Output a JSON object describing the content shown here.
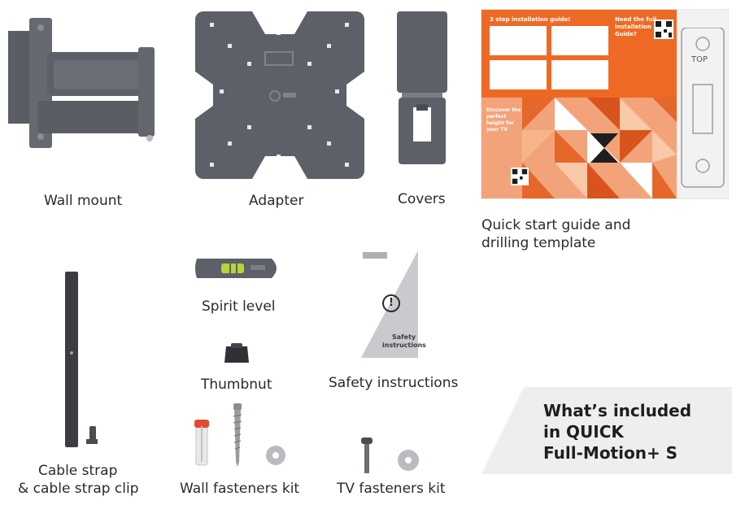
{
  "items": {
    "wall_mount": {
      "label": "Wall mount"
    },
    "adapter": {
      "label": "Adapter"
    },
    "covers": {
      "label": "Covers"
    },
    "quick_start": {
      "label_line1": "Quick start guide and",
      "label_line2": "drilling template",
      "guide_heading": "3 step installation guide!",
      "guide_side": "Need the full installation Guide?",
      "guide_top_marker": "TOP",
      "guide_mid": "Discover the perfect height for your TV"
    },
    "cable_strap": {
      "label_line1": "Cable strap",
      "label_line2": "& cable strap clip"
    },
    "spirit_level": {
      "label": "Spirit level"
    },
    "thumbnut": {
      "label": "Thumbnut"
    },
    "safety": {
      "label": "Safety instructions",
      "card_text_line1": "Safety",
      "card_text_line2": "instructions",
      "card_mark": "!"
    },
    "wall_fasteners": {
      "label": "Wall fasteners kit"
    },
    "tv_fasteners": {
      "label": "TV fasteners kit"
    }
  },
  "banner": {
    "line1": "What’s included",
    "line2": "in QUICK",
    "line3": "Full-Motion+ S",
    "bg_color": "#eeeeee"
  },
  "colors": {
    "product_gray": "#5d6068",
    "accent_orange": "#ee6a24"
  }
}
